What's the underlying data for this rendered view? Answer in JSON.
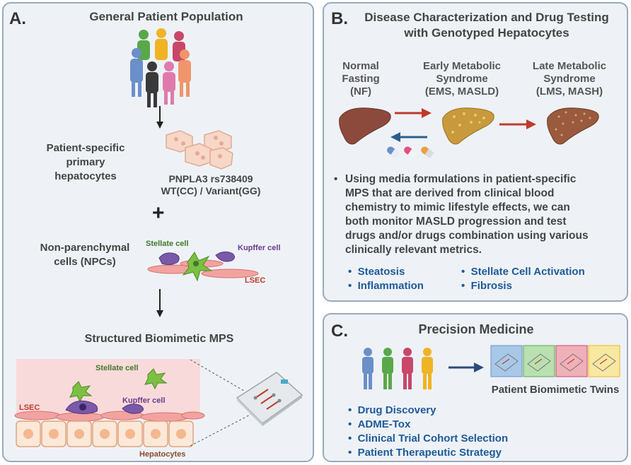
{
  "panel_a": {
    "letter": "A.",
    "title": "General Patient Population",
    "hepatocytes_label": [
      "Patient-specific",
      "primary",
      "hepatocytes"
    ],
    "gene_line1": "PNPLA3 rs738409",
    "gene_line2": "WT(CC) / Variant(GG)",
    "plus": "+",
    "npc_label": [
      "Non-parenchymal",
      "cells (NPCs)"
    ],
    "npc_cells": {
      "stellate": "Stellate cell",
      "kupffer": "Kupffer cell",
      "lsec": "LSEC"
    },
    "mps_title": "Structured Biomimetic MPS",
    "mps_cells": {
      "stellate": "Stellate cell",
      "kupffer": "Kupffer cell",
      "lsec": "LSEC",
      "hepatocytes": "Hepatocytes"
    }
  },
  "panel_b": {
    "letter": "B.",
    "title_line1": "Disease Characterization and Drug Testing",
    "title_line2": "with Genotyped Hepatocytes",
    "stages": [
      {
        "lines": [
          "Normal",
          "Fasting",
          "(NF)"
        ]
      },
      {
        "lines": [
          "Early Metabolic",
          "Syndrome",
          "(EMS, MASLD)"
        ]
      },
      {
        "lines": [
          "Late Metabolic",
          "Syndrome",
          "(LMS, MASH)"
        ]
      }
    ],
    "bullet_lines": [
      "Using media formulations in patient-specific",
      "MPS that are derived from clinical blood",
      "chemistry to mimic lifestyle effects, we can",
      "both monitor MASLD progression and test",
      "drugs and/or drugs combination using various",
      "clinically relevant metrics."
    ],
    "metrics_left": [
      "Steatosis",
      "Inflammation"
    ],
    "metrics_right": [
      "Stellate Cell Activation",
      "Fibrosis"
    ]
  },
  "panel_c": {
    "letter": "C.",
    "title": "Precision Medicine",
    "twins_label": "Patient Biomimetic Twins",
    "bullets": [
      "Drug Discovery",
      "ADME-Tox",
      "Clinical Trial Cohort Selection",
      "Patient Therapeutic Strategy"
    ]
  },
  "colors": {
    "panel_bg": "#eef2f7",
    "panel_border": "#9aa9bd",
    "metric_blue": "#1e5a99",
    "arrow_red": "#c0392b",
    "arrow_blue": "#2c5d8a",
    "liver_normal": "#8b4a3c",
    "liver_early": "#c89a3c",
    "liver_late": "#9a5a3e"
  }
}
